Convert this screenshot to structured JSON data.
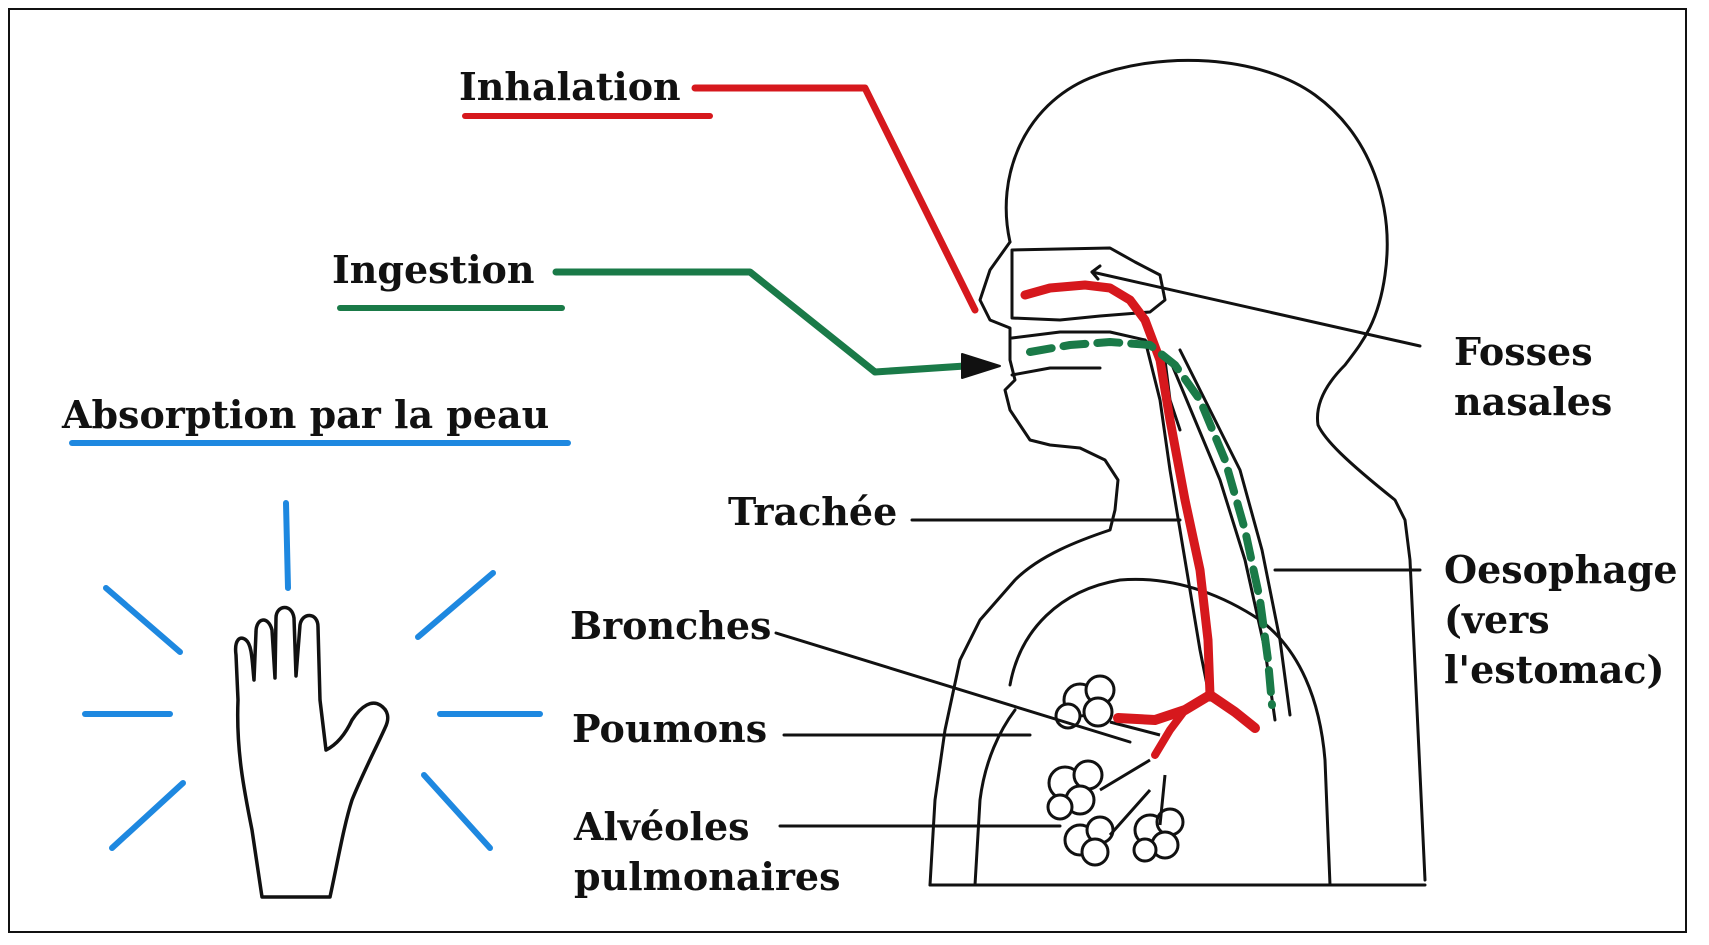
{
  "colors": {
    "inhalation": "#d6181d",
    "ingestion": "#1a7a48",
    "skin": "#1e88e0",
    "line": "#111111"
  },
  "routes": {
    "inhalation": "Inhalation",
    "ingestion": "Ingestion",
    "skin": "Absorption par la peau"
  },
  "organs": {
    "fosses_nasales": "Fosses\nnasales",
    "trachee": "Trachée",
    "oesophage": "Oesophage\n(vers\nl'estomac)",
    "bronches": "Bronches",
    "poumons": "Poumons",
    "alveoles": "Alvéoles\npulmonaires"
  },
  "icons": [
    "hand-icon",
    "human-silhouette-icon"
  ]
}
